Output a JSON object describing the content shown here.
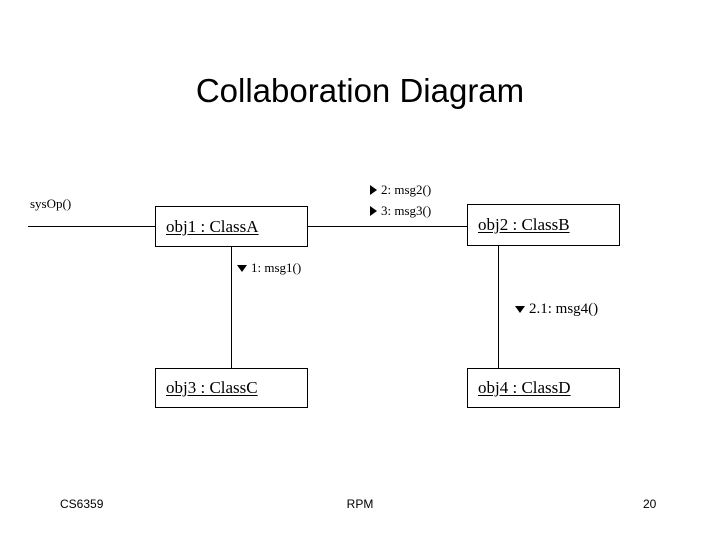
{
  "slide": {
    "title": "Collaboration Diagram",
    "background_color": "#ffffff",
    "line_color": "#000000",
    "text_color": "#000000"
  },
  "objects": [
    {
      "id": "obj1",
      "label": "obj1 : ClassA"
    },
    {
      "id": "obj2",
      "label": "obj2 : ClassB"
    },
    {
      "id": "obj3",
      "label": "obj3 : ClassC"
    },
    {
      "id": "obj4",
      "label": "obj4 : ClassD"
    }
  ],
  "messages": [
    {
      "id": "sysop",
      "label": "sysOp()",
      "arrow": "none"
    },
    {
      "id": "m2",
      "label": "2: msg2()",
      "arrow": "right-triangle"
    },
    {
      "id": "m3",
      "label": "3: msg3()",
      "arrow": "right-triangle"
    },
    {
      "id": "m1",
      "label": "1: msg1()",
      "arrow": "down-triangle"
    },
    {
      "id": "m21",
      "label": "2.1: msg4()",
      "arrow": "down-triangle"
    }
  ],
  "footer": {
    "course": "CS6359",
    "center": "RPM",
    "page_number": "20"
  }
}
